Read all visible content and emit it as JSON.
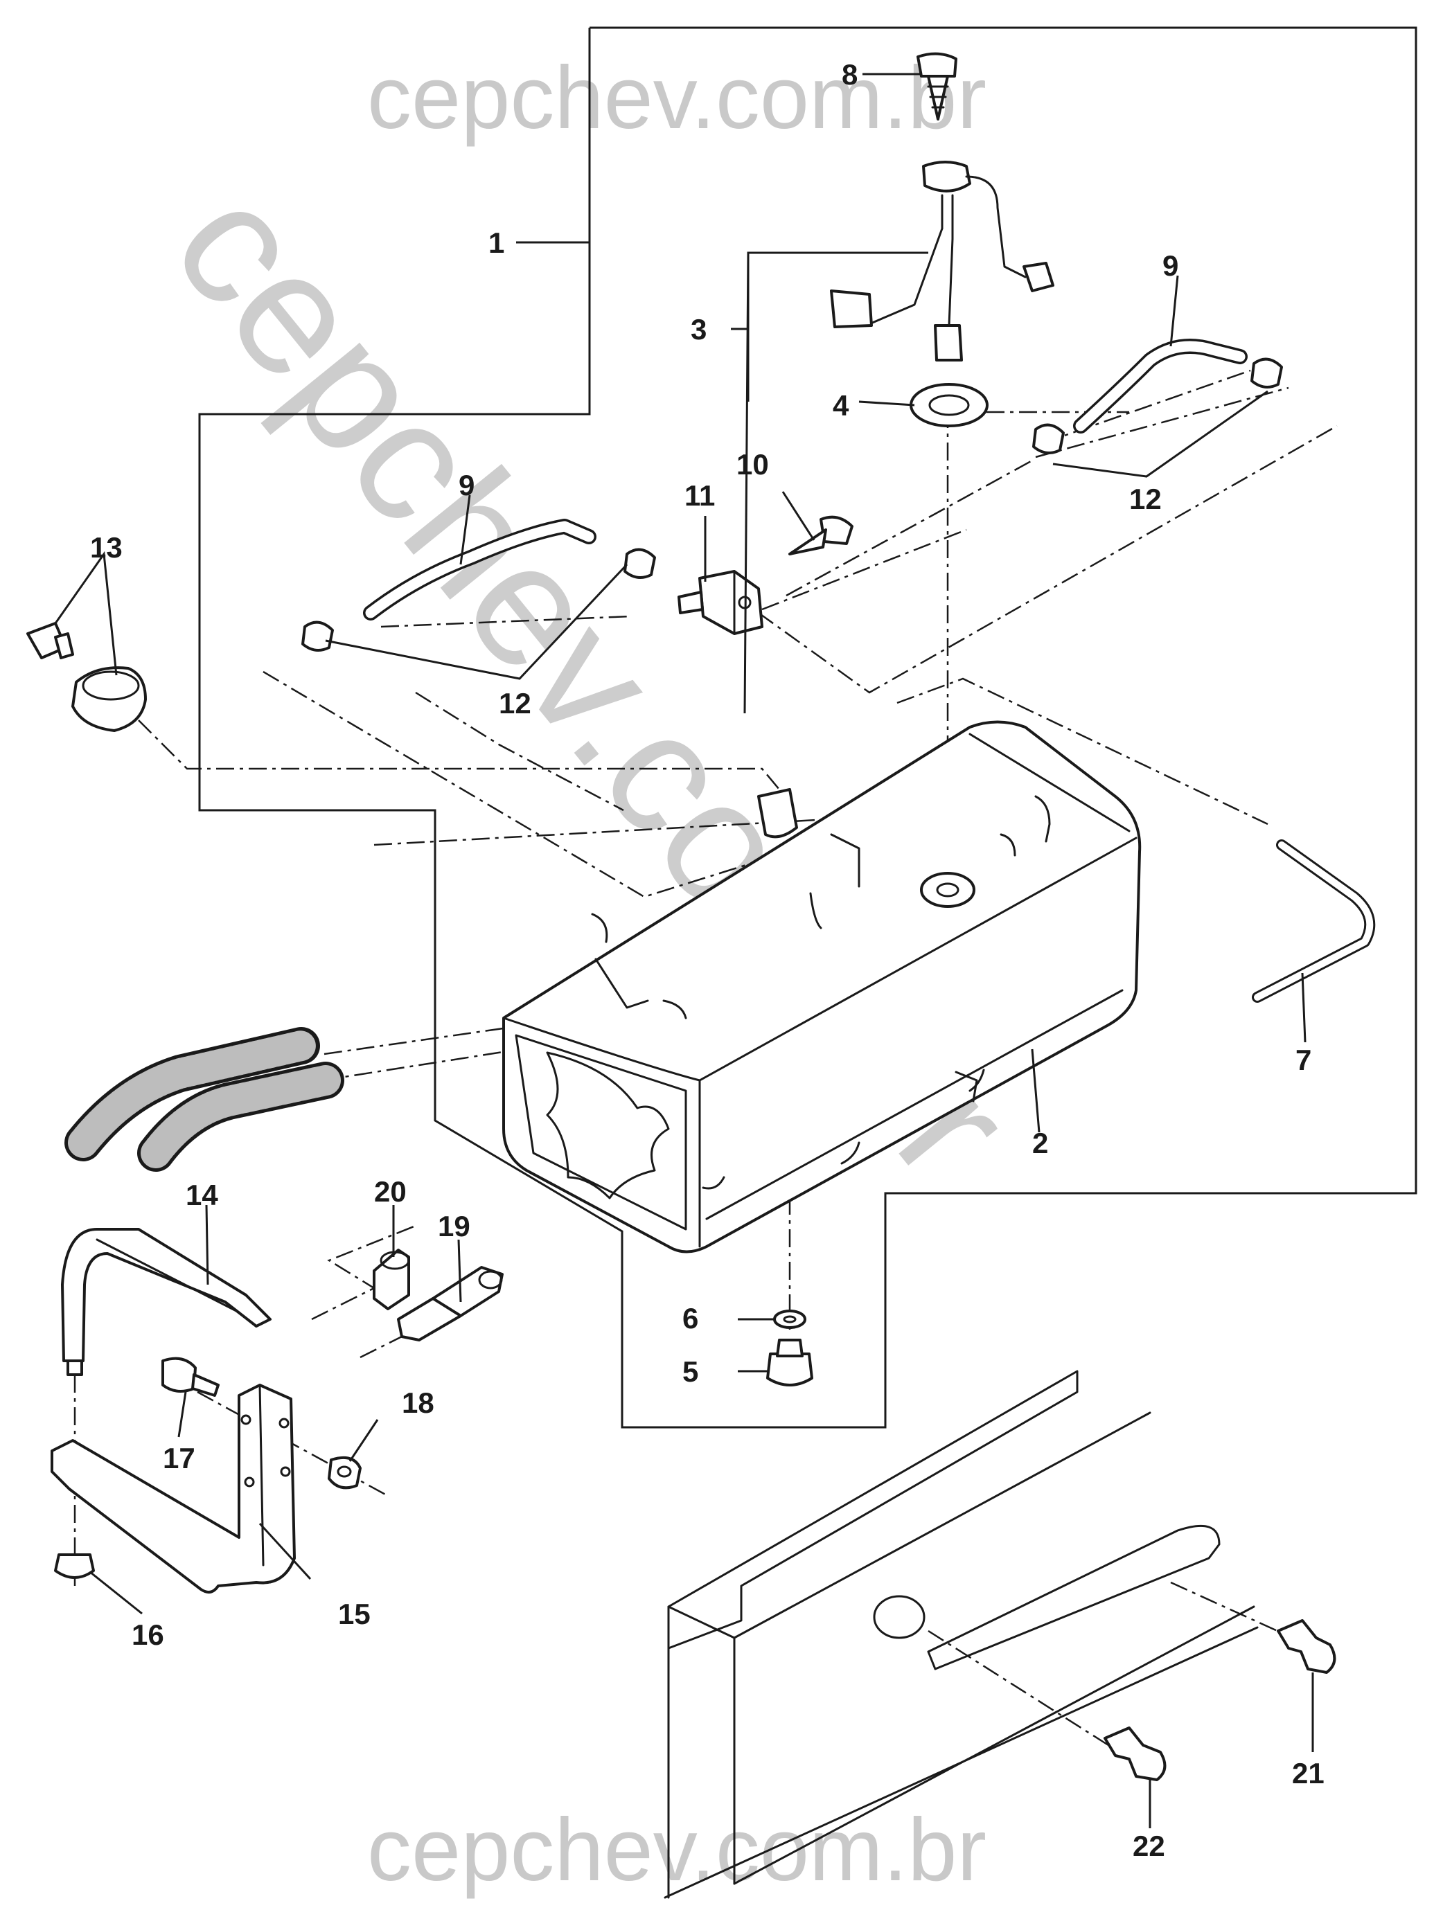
{
  "watermark": {
    "text": "cepchev.com.br"
  },
  "callouts": {
    "c1": "1",
    "c2": "2",
    "c3": "3",
    "c4": "4",
    "c5": "5",
    "c6": "6",
    "c7": "7",
    "c8": "8",
    "c9a": "9",
    "c9b": "9",
    "c10": "10",
    "c11": "11",
    "c12a": "12",
    "c12b": "12",
    "c13": "13",
    "c14": "14",
    "c15": "15",
    "c16": "16",
    "c17": "17",
    "c18": "18",
    "c19": "19",
    "c20": "20",
    "c21": "21",
    "c22": "22"
  },
  "colors": {
    "line": "#1a1a1a",
    "watermark": "#c9c9c9",
    "background": "#ffffff"
  }
}
